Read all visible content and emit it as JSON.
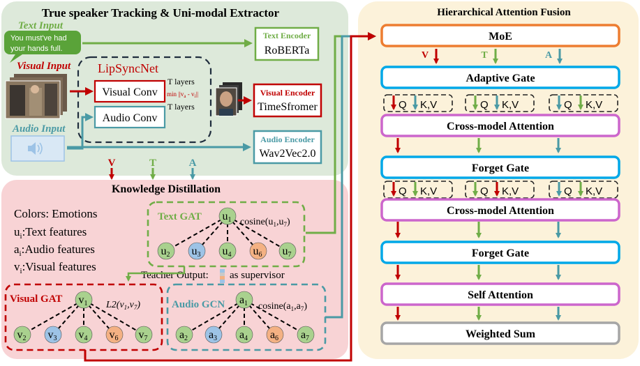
{
  "colors": {
    "panel_green": "#dde9da",
    "panel_pink": "#f8d3d5",
    "panel_cream": "#fcf2da",
    "red": "#c00000",
    "green": "#70ad47",
    "teal": "#4a9aa5",
    "orange": "#ed7d31",
    "blue_box": "#00a8e8",
    "purple_box": "#cc66cc",
    "gray_box": "#a6a6a6",
    "node_green": "#a9d18e",
    "node_blue": "#9dc3e6",
    "node_orange": "#f4b183"
  },
  "top_panel": {
    "title": "True speaker Tracking & Uni-modal Extractor",
    "text_input_label": "Text Input",
    "speech_bubble_line1": "You must've had",
    "speech_bubble_line2": "your hands full.",
    "visual_input_label": "Visual Input",
    "audio_input_label": "Audio Input",
    "lipsync_title": "LipSyncNet",
    "visual_conv": "Visual Conv",
    "audio_conv": "Audio Conv",
    "t_layers_top": "T layers",
    "t_layers_bottom": "T layers",
    "min_formula": "min ||v",
    "min_formula_sub_a": "a",
    "min_formula_mid": " - v",
    "min_formula_sub_i": "i",
    "min_formula_end": "||",
    "text_encoder_title": "Text Encoder",
    "text_encoder_name": "RoBERTa",
    "visual_encoder_title": "Visual Encoder",
    "visual_encoder_name": "TimeSfromer",
    "audio_encoder_title": "Audio Encoder",
    "audio_encoder_name": "Wav2Vec2.0"
  },
  "modalities": {
    "v": "V",
    "t": "T",
    "a": "A"
  },
  "kd_panel": {
    "title": "Knowledge Distillation",
    "legend_colors": "Colors: Emotions",
    "legend_u": "u",
    "legend_u_sub": "i",
    "legend_u_text": ":Text features",
    "legend_a": "a",
    "legend_a_sub": "i",
    "legend_a_text": ":Audio features",
    "legend_v": "v",
    "legend_v_sub": "i",
    "legend_v_text": ":Visual features",
    "text_gat_title": "Text GAT",
    "text_gat_formula": "cosine(u",
    "text_gat_formula_sub1": "1",
    "text_gat_formula_mid": ",u",
    "text_gat_formula_sub2": "7",
    "text_gat_formula_end": ")",
    "teacher_output": "Teacher Output:",
    "as_supervisor": "as supervisor",
    "visual_gat_title": "Visual GAT",
    "visual_gat_formula": "L2(v",
    "visual_gat_formula_sub1": "1",
    "visual_gat_formula_mid": ",v",
    "visual_gat_formula_sub2": "7",
    "visual_gat_formula_end": ")",
    "audio_gcn_title": "Audio GCN",
    "audio_gcn_formula": "cosine(a",
    "audio_gcn_formula_sub1": "1",
    "audio_gcn_formula_mid": ",a",
    "audio_gcn_formula_sub2": "7",
    "audio_gcn_formula_end": ")",
    "text_nodes": {
      "root": {
        "base": "u",
        "sub": "1",
        "color": "green"
      },
      "children": [
        {
          "base": "u",
          "sub": "2",
          "color": "green"
        },
        {
          "base": "u",
          "sub": "3",
          "color": "blue"
        },
        {
          "base": "u",
          "sub": "4",
          "color": "green"
        },
        {
          "base": "u",
          "sub": "6",
          "color": "orange"
        },
        {
          "base": "u",
          "sub": "7",
          "color": "green"
        }
      ]
    },
    "visual_nodes": {
      "root": {
        "base": "v",
        "sub": "1",
        "color": "green"
      },
      "children": [
        {
          "base": "v",
          "sub": "2",
          "color": "green"
        },
        {
          "base": "v",
          "sub": "3",
          "color": "blue"
        },
        {
          "base": "v",
          "sub": "4",
          "color": "green"
        },
        {
          "base": "v",
          "sub": "6",
          "color": "orange"
        },
        {
          "base": "v",
          "sub": "7",
          "color": "green"
        }
      ]
    },
    "audio_nodes": {
      "root": {
        "base": "a",
        "sub": "1",
        "color": "green"
      },
      "children": [
        {
          "base": "a",
          "sub": "2",
          "color": "green"
        },
        {
          "base": "a",
          "sub": "3",
          "color": "blue"
        },
        {
          "base": "a",
          "sub": "4",
          "color": "green"
        },
        {
          "base": "a",
          "sub": "6",
          "color": "orange"
        },
        {
          "base": "a",
          "sub": "7",
          "color": "green"
        }
      ]
    }
  },
  "haf_panel": {
    "title": "Hierarchical Attention Fusion",
    "moe": "MoE",
    "adaptive_gate": "Adaptive Gate",
    "cross_attention_1": "Cross-model Attention",
    "forget_gate_1": "Forget Gate",
    "cross_attention_2": "Cross-model Attention",
    "forget_gate_2": "Forget Gate",
    "self_attention": "Self Attention",
    "weighted_sum": "Weighted Sum",
    "q": "Q",
    "kv": "K,V"
  }
}
